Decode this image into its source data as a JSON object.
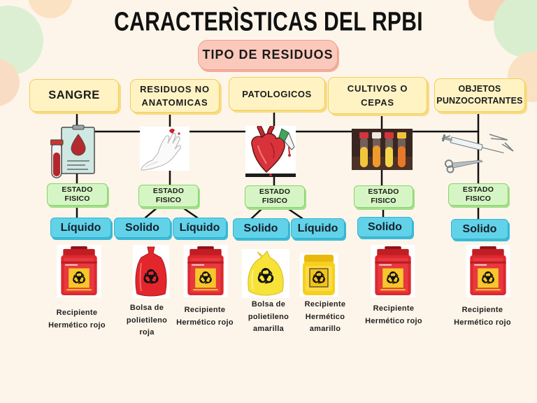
{
  "title": "CARACTERÌSTICAS DEL RPBI",
  "tipo_label": "TIPO DE RESIDUOS",
  "columns": [
    {
      "category": "SANGRE",
      "image_icon": "blood-sample-icon",
      "estado": "ESTADO\nFISICO",
      "states": [
        {
          "label": "Líquido",
          "container": "Recipiente\nHermético rojo",
          "container_icon": "red-hermetic-container-icon"
        }
      ]
    },
    {
      "category": "RESIDUOS NO\nANATOMICAS",
      "image_icon": "glove-icon",
      "estado": "ESTADO\nFISICO",
      "states": [
        {
          "label": "Solido",
          "container": "Bolsa de\npolietileno\nroja",
          "container_icon": "red-bag-icon"
        },
        {
          "label": "Líquido",
          "container": "Recipiente\nHermético rojo",
          "container_icon": "red-hermetic-container-icon"
        }
      ]
    },
    {
      "category": "PATOLOGICOS",
      "image_icon": "anatomical-heart-icon",
      "estado": "ESTADO\nFISICO",
      "states": [
        {
          "label": "Solido",
          "container": "Bolsa de\npolietileno\namarilla",
          "container_icon": "yellow-bag-icon"
        },
        {
          "label": "Líquido",
          "container": "Recipiente\nHermético\namarillo",
          "container_icon": "yellow-hermetic-container-icon"
        }
      ]
    },
    {
      "category": "CULTIVOS O\nCEPAS",
      "image_icon": "test-tubes-icon",
      "estado": "ESTADO\nFISICO",
      "states": [
        {
          "label": "Solido",
          "container": "Recipiente\nHermético rojo",
          "container_icon": "red-hermetic-container-icon"
        }
      ]
    },
    {
      "category": "OBJETOS\nPUNZOCORTANTES",
      "image_icon": "syringe-scissors-icon",
      "estado": "ESTADO\nFISICO",
      "states": [
        {
          "label": "Solido",
          "container": "Recipiente\nHermético rojo",
          "container_icon": "red-hermetic-container-icon"
        }
      ]
    }
  ],
  "colors": {
    "background": "#fdf5ea",
    "tipo_box": "#fbc9bb",
    "category_box": "#fff3c4",
    "category_border": "#f2cd58",
    "estado_box": "#d6f5c4",
    "estado_border": "#86d46b",
    "state_box": "#62d2e9",
    "state_border": "#2fb3d1",
    "container_red": "#dd282e",
    "container_yellow": "#f7cf1c"
  }
}
